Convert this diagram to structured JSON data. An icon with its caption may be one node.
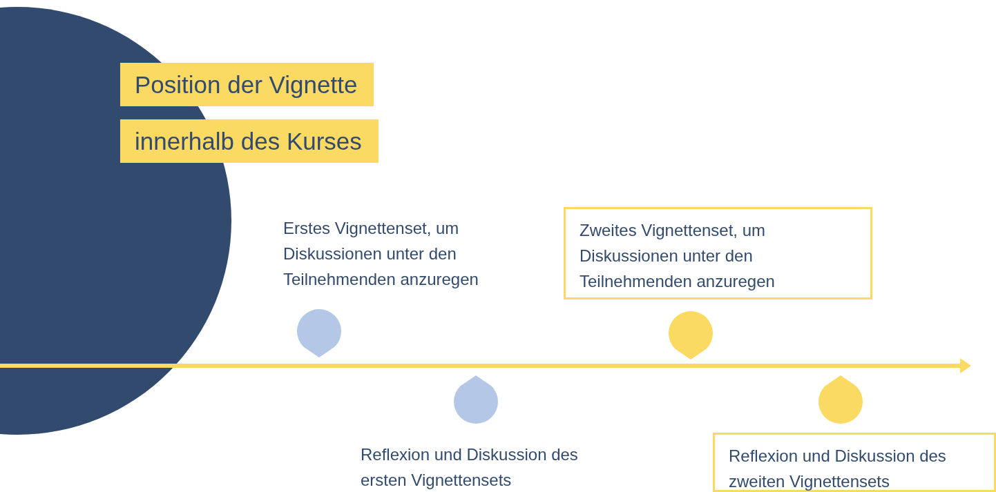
{
  "diagram": {
    "title": "Position der Vignette innerhalb des Kurses",
    "nodes": [
      {
        "text": [
          "Erstes Vignettenset, um Diskussionen unter den Teilnehmenden anzuregen"
        ]
      },
      {
        "text": [
          "Zweites Vignettenset, um Diskussionen unter den Teilnehmenden anzuregen"
        ]
      },
      {
        "text": [],
        "shape": "drop"
      },
      {
        "text": [],
        "shape": "drop"
      },
      {
        "text": [],
        "shape": "drop"
      },
      {
        "text": [],
        "shape": "drop"
      },
      {
        "text": [
          "Reflexion und Diskussion des ersten Vignettensets"
        ]
      },
      {
        "text": [
          "Reflexion und Diskussion des zweiten Vignettensets"
        ]
      }
    ],
    "edges": []
  }
}
